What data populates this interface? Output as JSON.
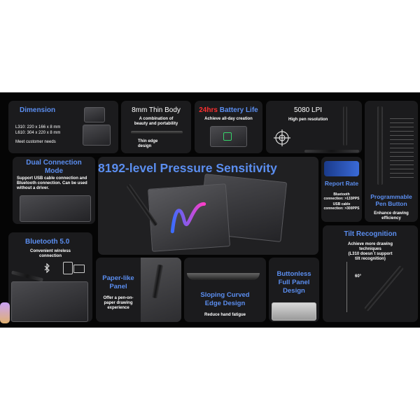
{
  "colors": {
    "banner_bg": "#050505",
    "card_bg": "#1b1b1d",
    "accent_blue": "#5b8ef0",
    "accent_red": "#ff3030"
  },
  "dimension": {
    "title": "Dimension",
    "l310": "L310: 220 x 166 x 8 mm",
    "l610": "L610: 304 x 220 x 8 mm",
    "note": "Meet customer needs"
  },
  "thin_body": {
    "title": "8mm Thin Body",
    "subtitle_1": "A combination of",
    "subtitle_2": "beauty and portability",
    "edge_1": "Thin edge",
    "edge_2": "design"
  },
  "battery": {
    "title_highlight": "24hrs",
    "title_rest": " Battery Life",
    "subtitle": "Achieve all-day creation"
  },
  "lpi": {
    "title": "5080 LPI",
    "subtitle": "High pen resolution"
  },
  "dual_connection": {
    "title_1": "Dual Connection",
    "title_2": "Mode",
    "line_1": "Support USB cable connection and",
    "line_2": "Bluetooth connection. Can be used",
    "line_3": "without a driver."
  },
  "pressure": {
    "title": "8192-level Pressure Sensitivity"
  },
  "report_rate": {
    "title": "Report Rate",
    "line_1": "Bluetooth",
    "line_2": "connection: >133PPS",
    "line_3": "USB cable",
    "line_4": "connection: >300PPS"
  },
  "pen_button": {
    "title_1": "Programmable",
    "title_2": "Pen Button",
    "line_1": "Enhance drawing",
    "line_2": "efficiency"
  },
  "bluetooth": {
    "title": "Bluetooth 5.0",
    "line_1": "Convenient wireless",
    "line_2": "connection"
  },
  "paper_panel": {
    "title_1": "Paper-like",
    "title_2": "Panel",
    "line_1": "Offer a pen-on-",
    "line_2": "paper drawing",
    "line_3": "experience"
  },
  "curved_edge": {
    "title_1": "Sloping Curved",
    "title_2": "Edge Design",
    "subtitle": "Reduce hand fatigue"
  },
  "buttonless": {
    "title_1": "Buttonless",
    "title_2": "Full Panel",
    "title_3": "Design"
  },
  "tilt": {
    "title": "Tilt Recognition",
    "line_1": "Achieve more drawing",
    "line_2": "techniques",
    "line_3": "(L310 doesn`t support",
    "line_4": "tilt recognition)",
    "angle": "60°"
  }
}
